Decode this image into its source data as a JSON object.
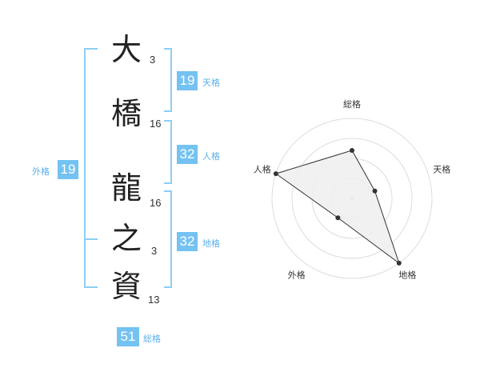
{
  "name": {
    "chars": [
      {
        "char": "大",
        "strokes": "3"
      },
      {
        "char": "橋",
        "strokes": "16"
      },
      {
        "char": "龍",
        "strokes": "16"
      },
      {
        "char": "之",
        "strokes": "3"
      },
      {
        "char": "資",
        "strokes": "13"
      }
    ]
  },
  "fortune": {
    "tenkaku": {
      "value": "19",
      "label": "天格"
    },
    "jinkaku": {
      "value": "32",
      "label": "人格"
    },
    "chikaku": {
      "value": "32",
      "label": "地格"
    },
    "gaikaku": {
      "value": "19",
      "label": "外格"
    },
    "soukaku": {
      "value": "51",
      "label": "総格"
    }
  },
  "chart_data": {
    "type": "radar",
    "axes": [
      "総格",
      "天格",
      "地格",
      "外格",
      "人格"
    ],
    "values": [
      0.6,
      0.3,
      1.0,
      0.3,
      1.0
    ],
    "rings": 4,
    "colors": {
      "fill": "#eeeeee",
      "line": "#333333",
      "point": "#333333",
      "grid": "#dddddd",
      "center": "#cccccc"
    }
  }
}
